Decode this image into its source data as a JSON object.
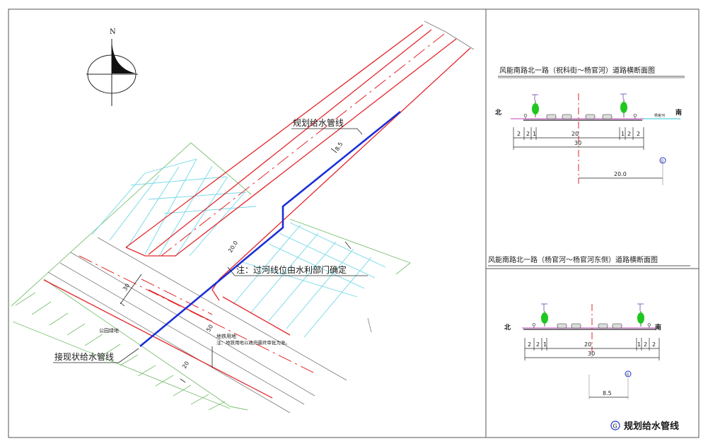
{
  "plan": {
    "north": "N",
    "label_planned": "规划给水管线",
    "label_existing": "接现状给水管线",
    "note_river": "注：过河线位由水利部门确定",
    "park": "公园绿地",
    "garage": "地铁用地",
    "note_garage": "注：地铁用地以政府最终审批为准。",
    "dim_85": "8.5",
    "dim_20": "20.0",
    "dim_30": "30",
    "dim_50": "50",
    "dim_20b": "20"
  },
  "section1": {
    "title": "风能南路北一路（祝科街～杨官河）道路横断面图",
    "north": "北",
    "south": "南",
    "river": "杨官河",
    "segs": [
      "2",
      "2",
      "1",
      "20",
      "1",
      "2",
      "2"
    ],
    "total": "30",
    "offset": "20.0",
    "marker": "G"
  },
  "section2": {
    "title": "风能南路北一路（杨官河～杨官河东侧）道路横断面图",
    "north": "北",
    "south": "南",
    "segs": [
      "2",
      "2",
      "1",
      "20",
      "1",
      "2",
      "2"
    ],
    "total": "30",
    "offset": "8.5",
    "marker": "G"
  },
  "legend": {
    "marker": "G",
    "label": "规划给水管线"
  }
}
